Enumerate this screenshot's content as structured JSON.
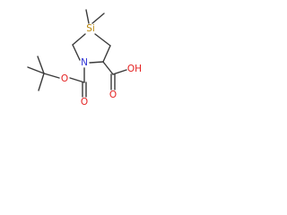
{
  "molecule": {
    "atoms": {
      "silicon": "Si",
      "nitrogen": "N",
      "ring_carbonyl_oxygen": "O",
      "ester_oxygen": "O",
      "acid_carbonyl_oxygen": "O",
      "hydroxyl": "OH",
      "hydroxyl_o": "O",
      "hydroxyl_h": "H"
    },
    "colors": {
      "bond": "#3a3a3a",
      "silicon": "#b8860b",
      "nitrogen": "#2f34d6",
      "oxygen": "#e41f1f",
      "background": "#ffffff"
    }
  }
}
